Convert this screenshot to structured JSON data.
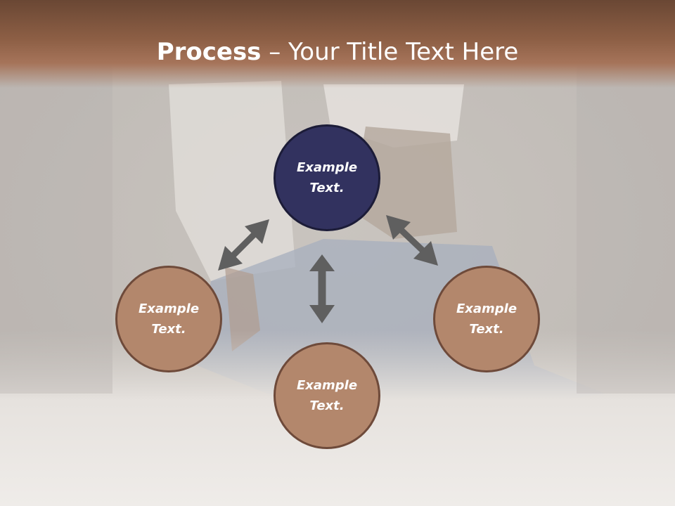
{
  "title": {
    "bold": "Process",
    "rest": " – Your Title Text Here"
  },
  "colors": {
    "header": "#8d5f45",
    "center_node": "#32325f",
    "outer_node": "#b3876c",
    "node_border": "#6e4a3a",
    "arrow": "#5f5f5f"
  },
  "nodes": [
    {
      "id": "top",
      "label": "Example Text."
    },
    {
      "id": "left",
      "label": "Example Text."
    },
    {
      "id": "bottom",
      "label": "Example Text."
    },
    {
      "id": "right",
      "label": "Example Text."
    }
  ],
  "arrows": [
    "double-headed",
    "double-headed",
    "double-headed"
  ]
}
